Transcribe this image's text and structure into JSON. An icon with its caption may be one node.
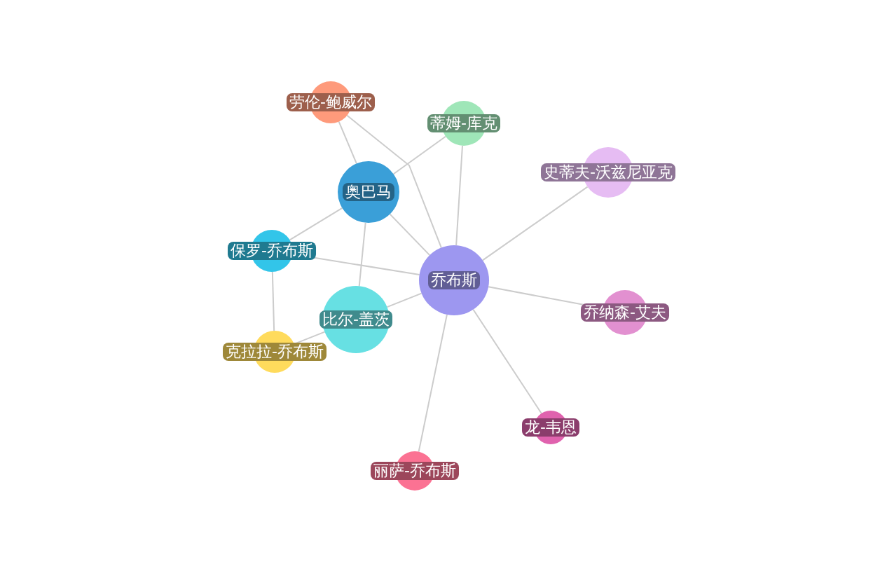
{
  "diagram": {
    "nodes": [
      {
        "text": [
          "乔布斯"
        ]
      },
      {
        "text": [
          "奥巴马"
        ]
      },
      {
        "text": [
          "劳伦-鲍威尔"
        ]
      },
      {
        "text": [
          "蒂姆-库克"
        ]
      },
      {
        "text": [
          "史蒂夫-沃兹尼亚克"
        ]
      },
      {
        "text": [
          "乔纳森-艾夫"
        ]
      },
      {
        "text": [
          "龙-韦恩"
        ]
      },
      {
        "text": [
          "丽萨-乔布斯"
        ]
      },
      {
        "text": [
          "比尔-盖茨"
        ]
      },
      {
        "text": [
          "保罗-乔布斯"
        ]
      },
      {
        "text": [
          "克拉拉-乔布斯"
        ]
      }
    ],
    "edges": [
      {
        "from": 0,
        "to": 1,
        "arrow": "none"
      },
      {
        "from": 0,
        "to": 2,
        "arrow": "none"
      },
      {
        "from": 0,
        "to": 3,
        "arrow": "none"
      },
      {
        "from": 0,
        "to": 4,
        "arrow": "none"
      },
      {
        "from": 0,
        "to": 5,
        "arrow": "none"
      },
      {
        "from": 0,
        "to": 6,
        "arrow": "none"
      },
      {
        "from": 0,
        "to": 7,
        "arrow": "none"
      },
      {
        "from": 0,
        "to": 8,
        "arrow": "none"
      },
      {
        "from": 0,
        "to": 9,
        "arrow": "none"
      },
      {
        "from": 1,
        "to": 2,
        "arrow": "none"
      },
      {
        "from": 1,
        "to": 3,
        "arrow": "none"
      },
      {
        "from": 1,
        "to": 9,
        "arrow": "none"
      },
      {
        "from": 1,
        "to": 8,
        "arrow": "none"
      },
      {
        "from": 9,
        "to": 10,
        "arrow": "none"
      },
      {
        "from": 10,
        "to": 8,
        "arrow": "none"
      }
    ]
  }
}
